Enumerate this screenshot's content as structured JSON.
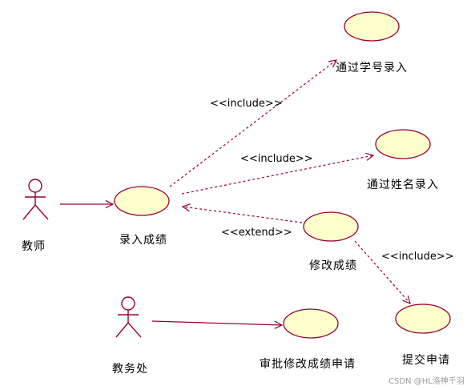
{
  "actors": {
    "teacher": "教师",
    "office": "教务处"
  },
  "use_cases": {
    "enter_grade": "录入成绩",
    "by_student_id": "通过学号录入",
    "by_name": "通过姓名录入",
    "modify_grade": "修改成绩",
    "submit_request": "提交申请",
    "approve_modification": "审批修改成绩申请"
  },
  "stereotypes": {
    "include_1": "<<include>>",
    "include_2": "<<include>>",
    "extend": "<<extend>>",
    "include_3": "<<include>>"
  },
  "watermark": "CSDN @HL洛神千羽",
  "colors": {
    "use_case_fill": "#ffffcc",
    "stroke": "#990033"
  }
}
